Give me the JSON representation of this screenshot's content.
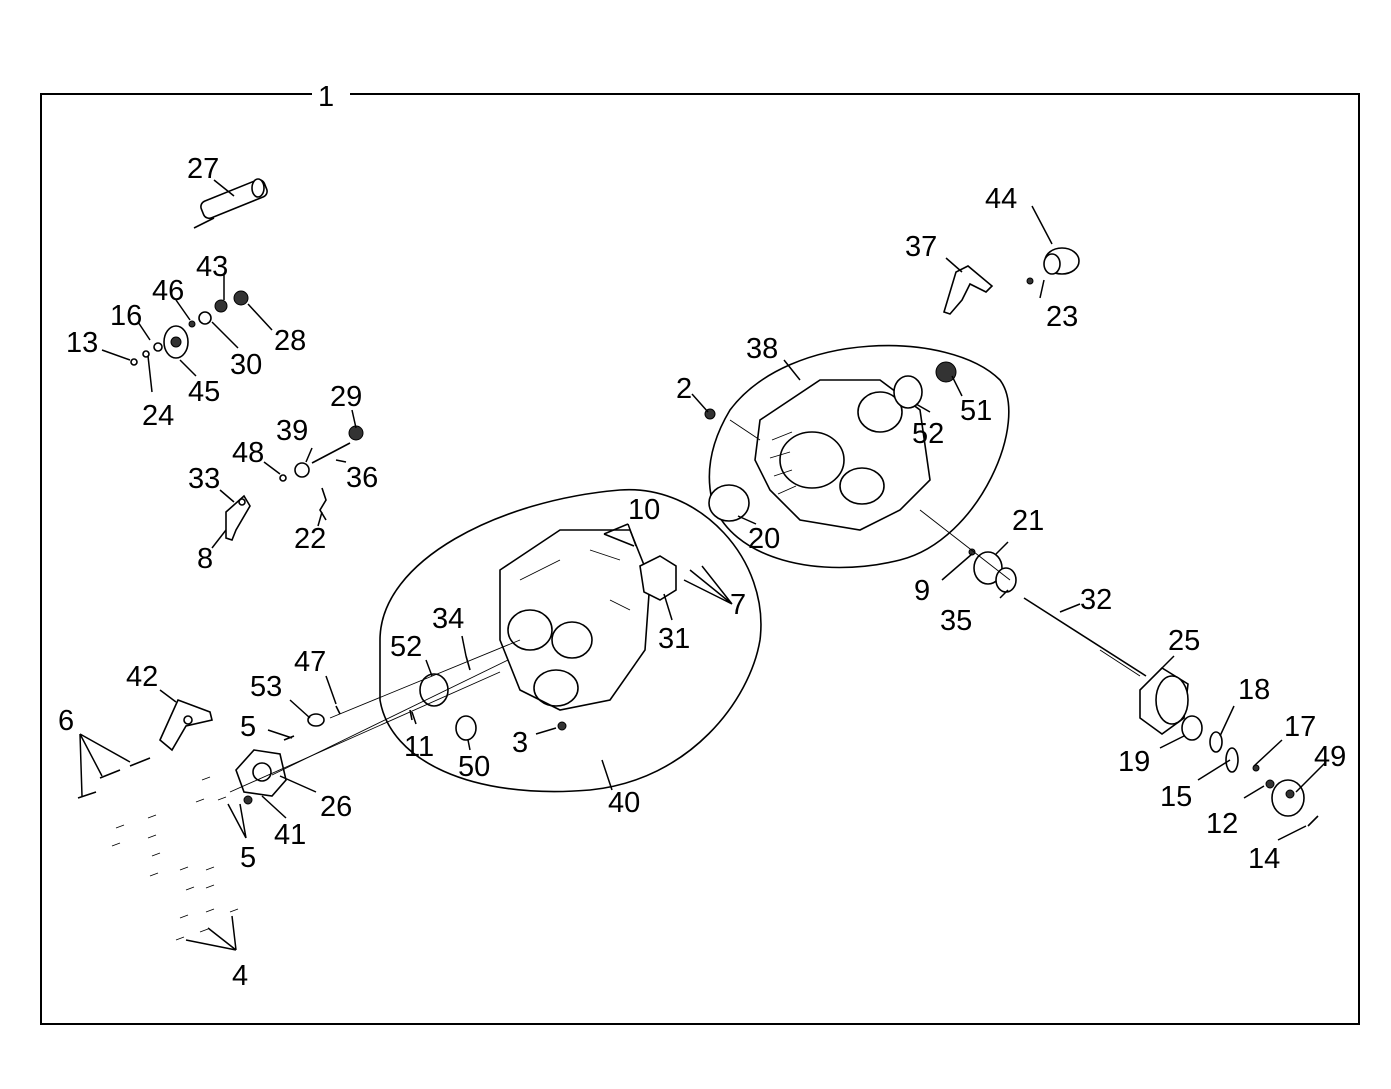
{
  "diagram": {
    "assembly_label": "1",
    "part_labels": [
      "2",
      "3",
      "4",
      "5",
      "5",
      "6",
      "7",
      "8",
      "9",
      "10",
      "11",
      "12",
      "13",
      "14",
      "15",
      "16",
      "17",
      "18",
      "19",
      "20",
      "21",
      "22",
      "23",
      "24",
      "25",
      "26",
      "27",
      "28",
      "29",
      "30",
      "31",
      "32",
      "33",
      "34",
      "35",
      "36",
      "37",
      "38",
      "39",
      "40",
      "41",
      "42",
      "43",
      "44",
      "45",
      "46",
      "47",
      "48",
      "49",
      "50",
      "51",
      "52",
      "52",
      "53"
    ]
  }
}
